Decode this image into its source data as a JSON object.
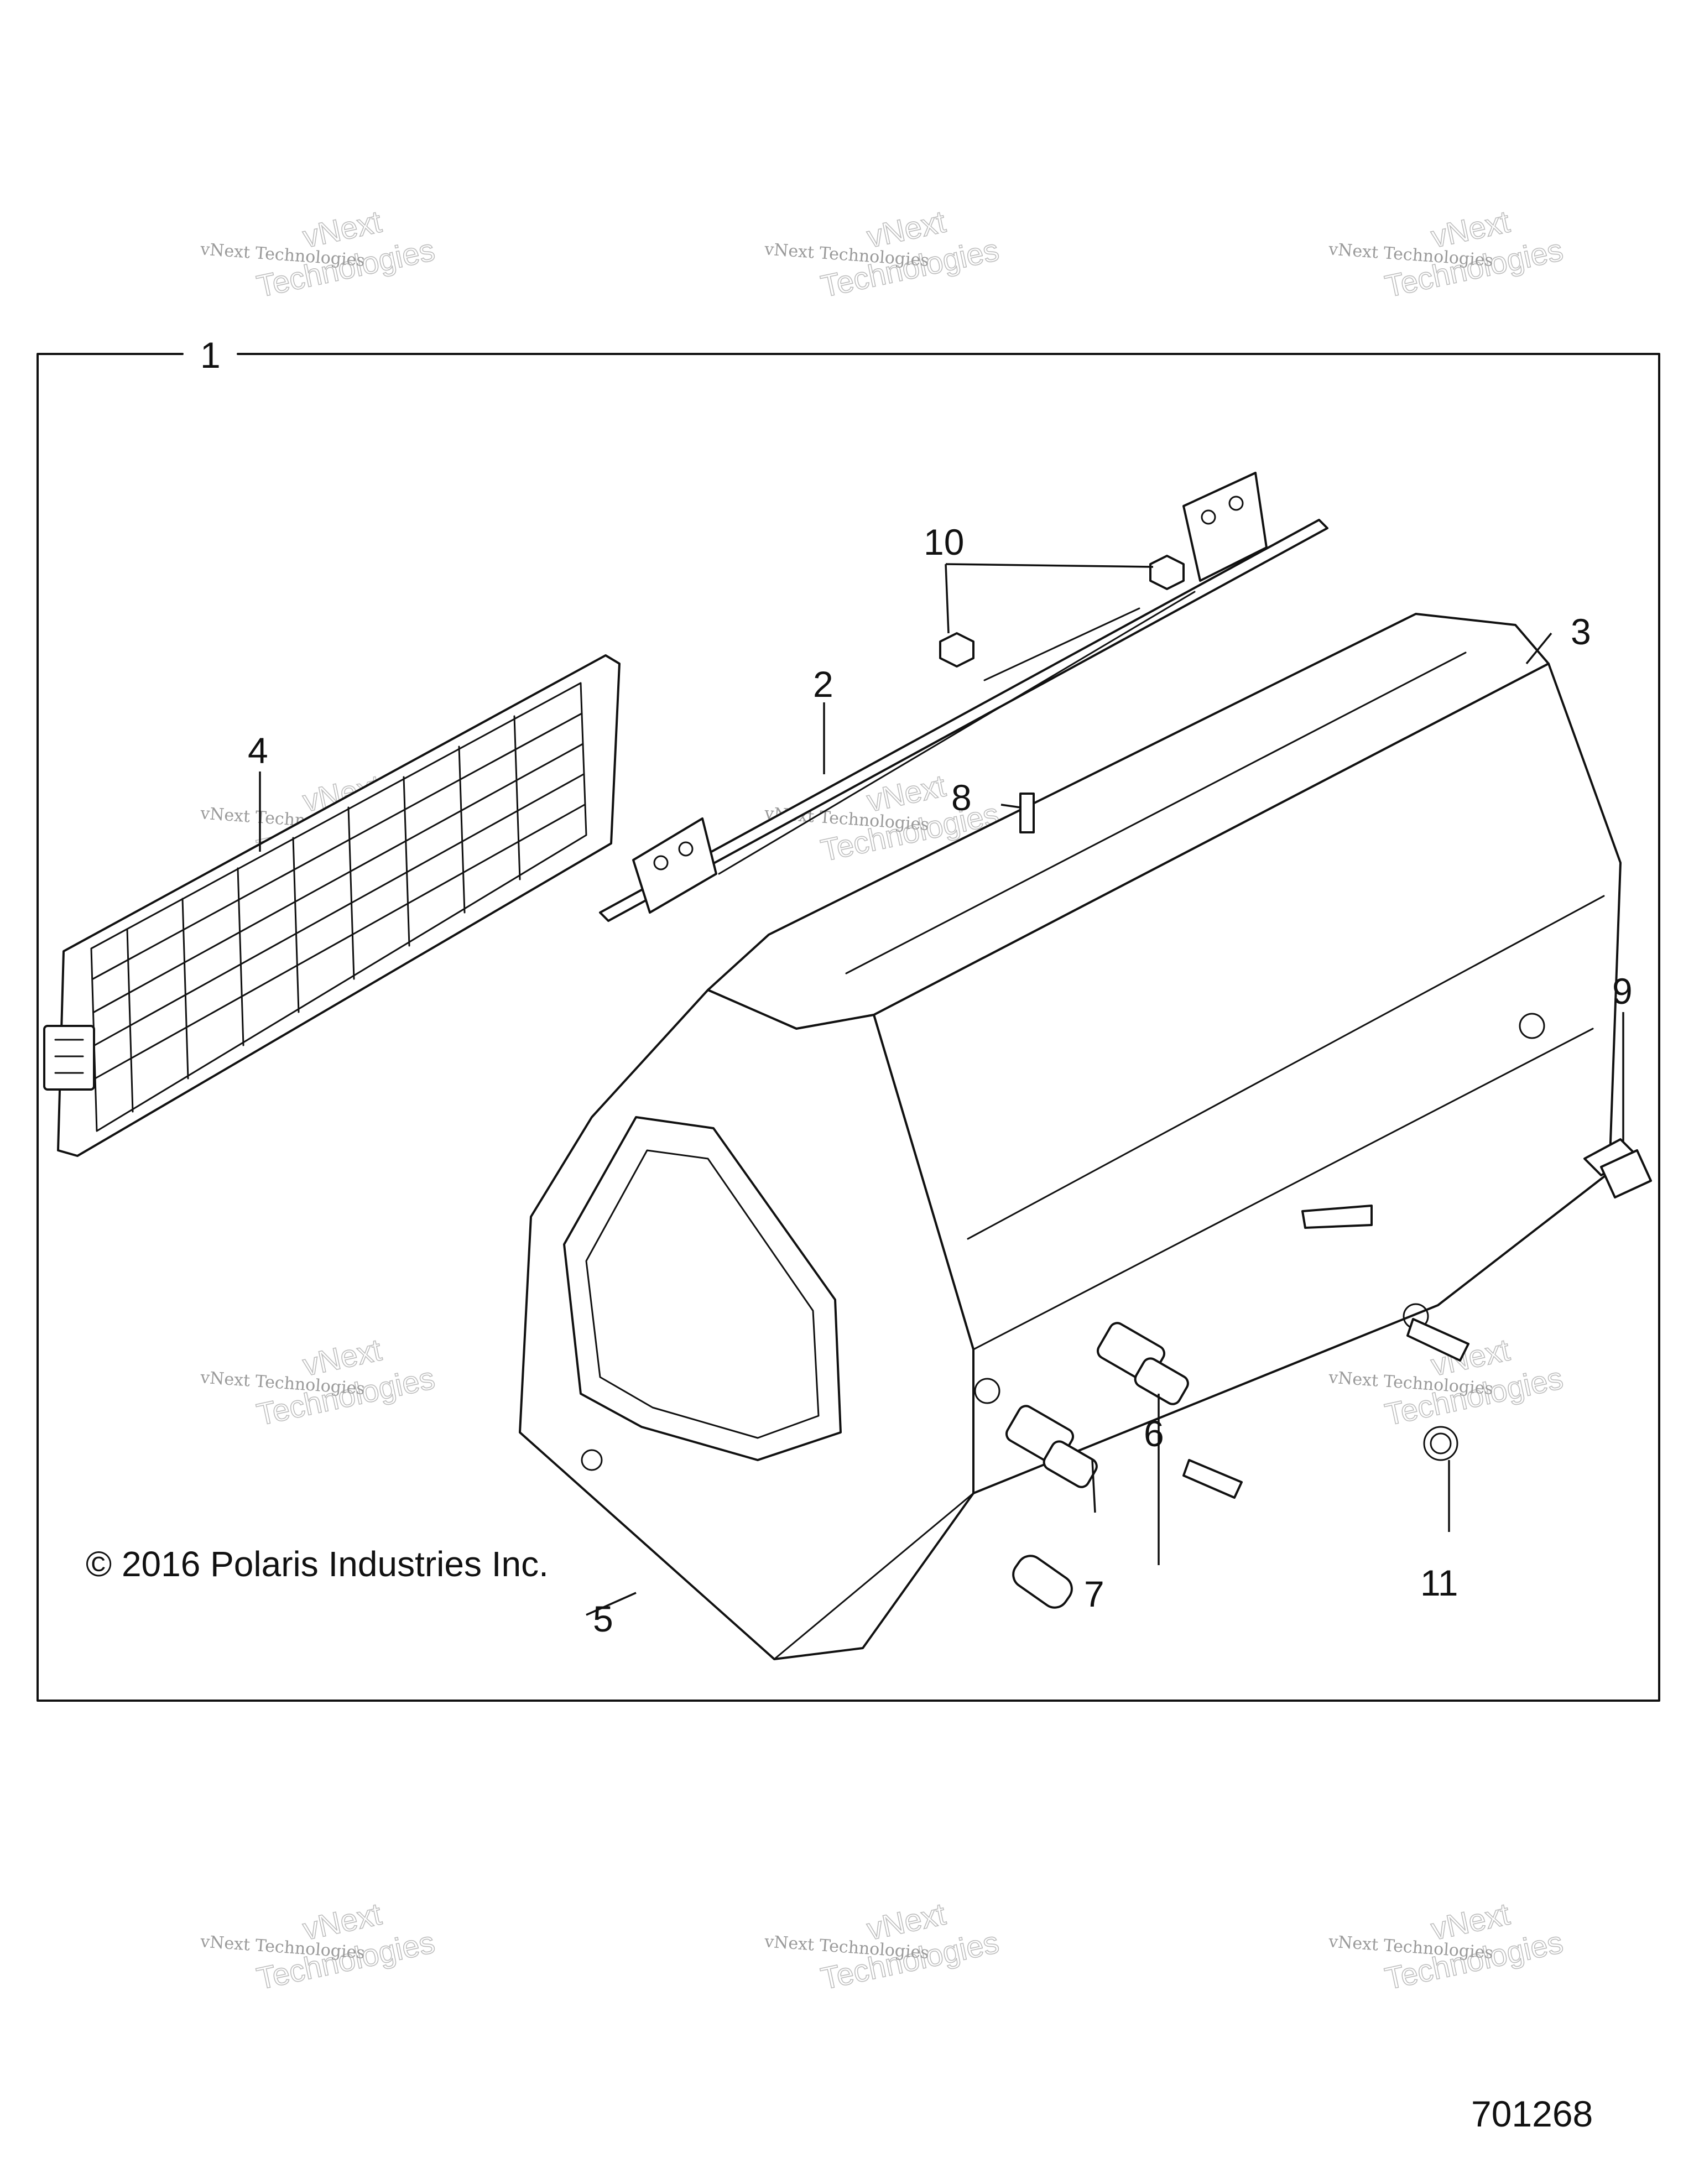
{
  "watermark": {
    "line1": "vNext Technologies",
    "line2": "vNext",
    "line3": "Technologies"
  },
  "callouts": {
    "c1": "1",
    "c2": "2",
    "c3": "3",
    "c4": "4",
    "c5": "5",
    "c6": "6",
    "c7": "7",
    "c8": "8",
    "c9": "9",
    "c10": "10",
    "c11": "11"
  },
  "copyright": "© 2016 Polaris Industries Inc.",
  "document_number": "701268"
}
